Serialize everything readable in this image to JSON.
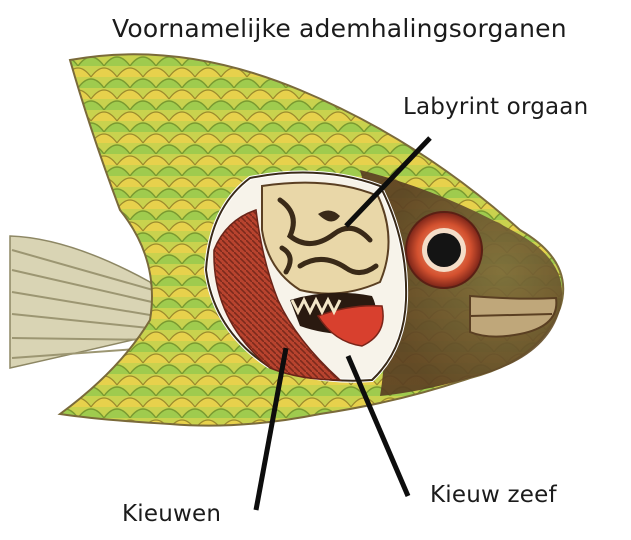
{
  "diagram": {
    "title": "Voornamelijke ademhalingsorganen",
    "labels": {
      "labyrinth": "Labyrint orgaan",
      "gills": "Kieuwen",
      "gill_rakers": "Kieuw zeef"
    }
  },
  "colors": {
    "background": "#ffffff",
    "scale_green": "#8fc24a",
    "scale_yellow": "#e8d44a",
    "head_brown": "#6b4a2a",
    "gill_red": "#b8432e",
    "labyrinth_cream": "#e9d7a8",
    "eye_red": "#c83a2a",
    "leader_line": "#0d0d0d"
  },
  "icons": [
    "fish-illustration"
  ]
}
